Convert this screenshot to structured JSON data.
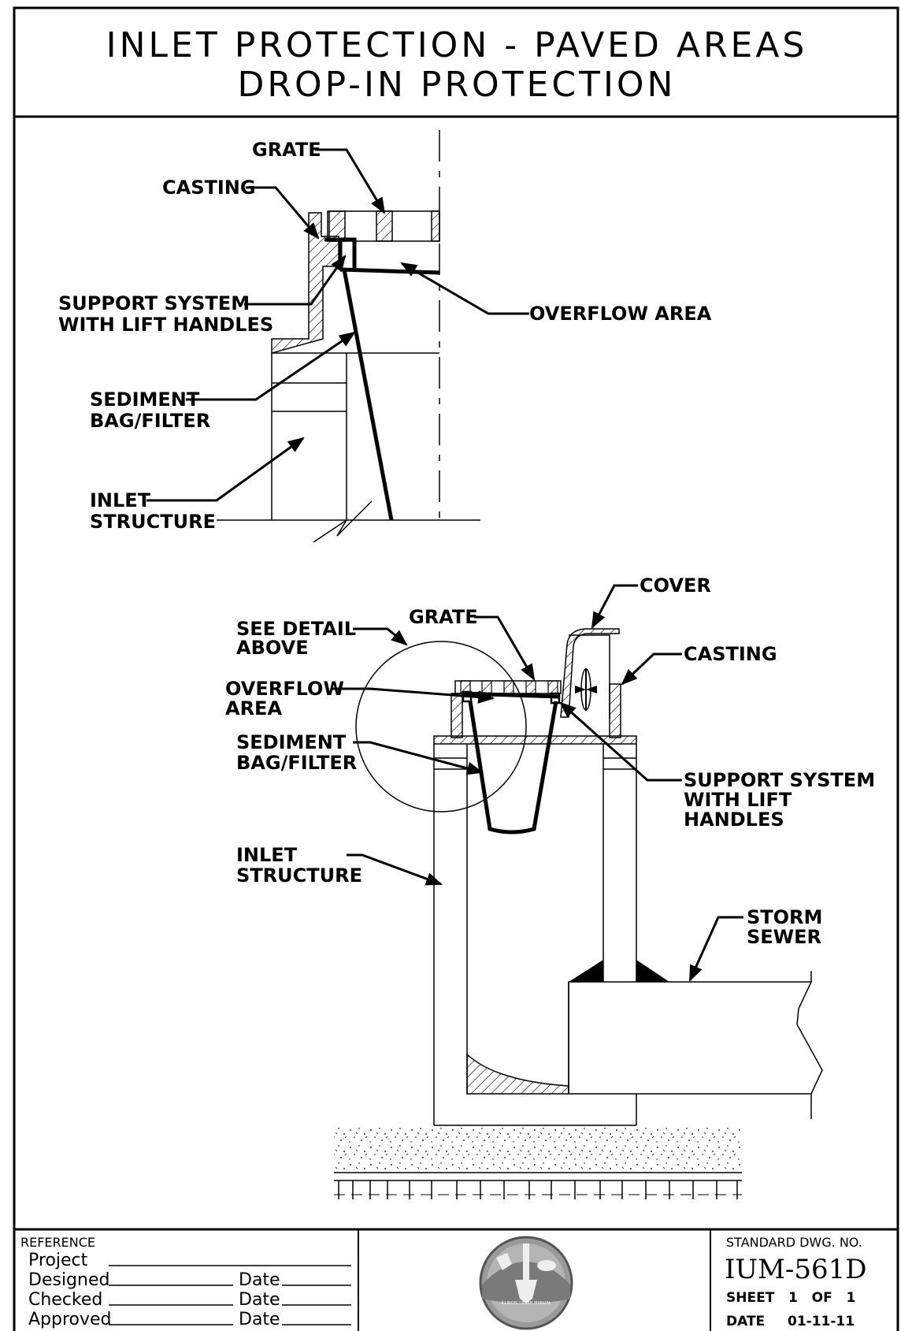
{
  "title": {
    "line1": "INLET PROTECTION - PAVED AREAS",
    "line2": "DROP-IN PROTECTION"
  },
  "detail_top": {
    "grate": "GRATE",
    "casting": "CASTING",
    "support_line1": "SUPPORT SYSTEM",
    "support_line2": "WITH LIFT HANDLES",
    "overflow": "OVERFLOW AREA",
    "sediment_line1": "SEDIMENT",
    "sediment_line2": "BAG/FILTER",
    "inlet_line1": "INLET",
    "inlet_line2": "STRUCTURE"
  },
  "section": {
    "cover": "COVER",
    "see_detail_line1": "SEE DETAIL",
    "see_detail_line2": "ABOVE",
    "grate": "GRATE",
    "casting": "CASTING",
    "overflow_line1": "OVERFLOW",
    "overflow_line2": "AREA",
    "sediment_line1": "SEDIMENT",
    "sediment_line2": "BAG/FILTER",
    "support_line1": "SUPPORT SYSTEM",
    "support_line2": "WITH LIFT",
    "support_line3": "HANDLES",
    "inlet_line1": "INLET",
    "inlet_line2": "STRUCTURE",
    "storm_line1": "STORM",
    "storm_line2": "SEWER"
  },
  "title_block": {
    "reference": "REFERENCE",
    "project": "Project",
    "designed": "Designed",
    "checked": "Checked",
    "approved": "Approved",
    "date_label": "Date",
    "standard_dwg_label": "STANDARD DWG. NO.",
    "dwg_no": "IUM-561D",
    "sheet": "SHEET   1   OF   1",
    "date_row_label": "DATE",
    "date_value": "01-11-11",
    "logo_text": "ILLINOIS URBAN MANUAL"
  }
}
